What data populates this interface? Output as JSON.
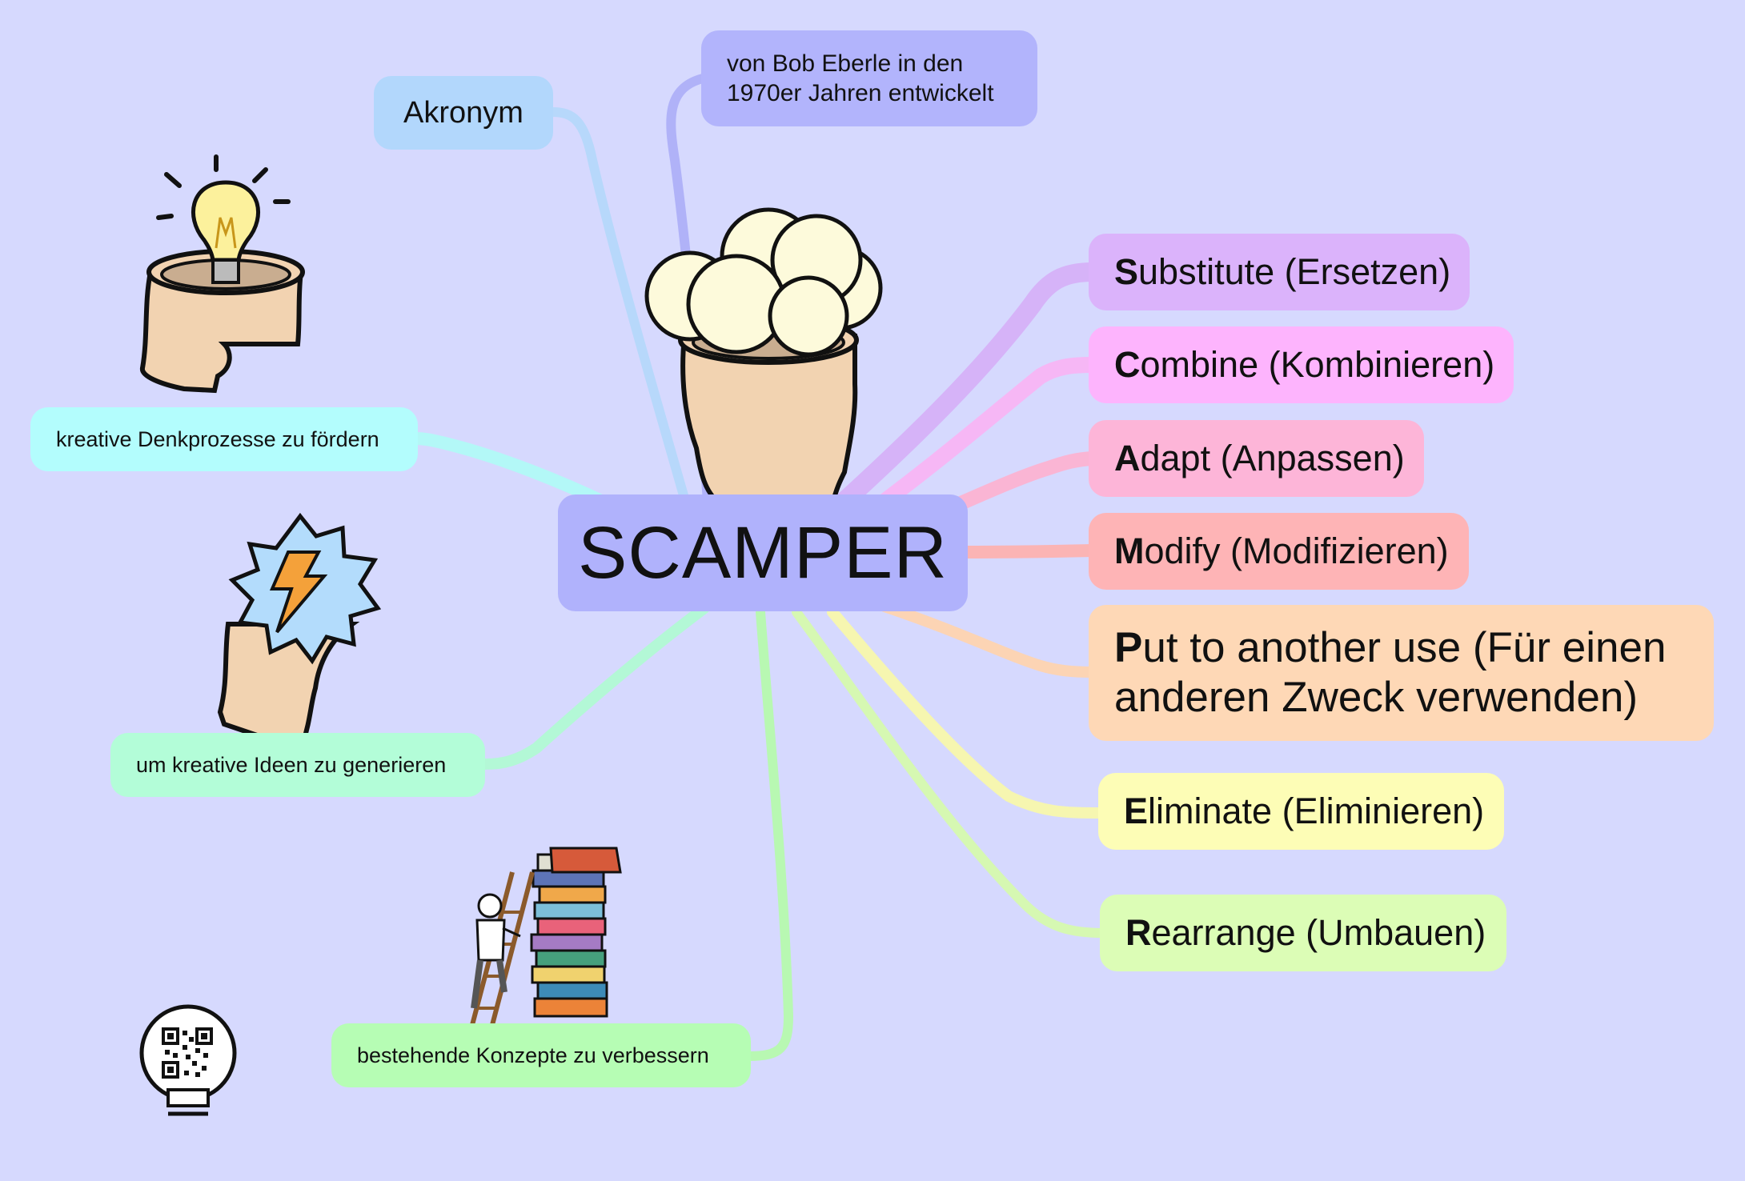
{
  "center": {
    "label": "SCAMPER"
  },
  "branches": [
    {
      "initial": "S",
      "rest": "ubstitute (Ersetzen)"
    },
    {
      "initial": "C",
      "rest": "ombine (Kombinieren)"
    },
    {
      "initial": "A",
      "rest": "dapt (Anpassen)"
    },
    {
      "initial": "M",
      "rest": "odify (Modifizieren)"
    },
    {
      "initial": "P",
      "rest": "ut to another use (Für einen anderen Zweck verwenden)"
    },
    {
      "initial": "E",
      "rest": "liminate (Eliminieren)"
    },
    {
      "initial": "R",
      "rest": "earrange (Umbauen)"
    }
  ],
  "notes": {
    "akronym": "Akronym",
    "origin": "von Bob Eberle in den 1970er Jahren entwickelt",
    "purpose_1": "kreative Denkprozesse zu fördern",
    "purpose_2": "um kreative Ideen zu generieren",
    "purpose_3": "bestehende Konzepte zu verbessern"
  },
  "colors": {
    "background": "#d6d9fe",
    "center": "#b0b2fc",
    "substitute": "#dbb3fb",
    "combine": "#fdb4fd",
    "adapt": "#fdb5d8",
    "modify": "#feb4b6",
    "put_to_use": "#fed8b6",
    "eliminate": "#fdfdb6",
    "rearrange": "#dcfdb6",
    "akronym": "#b2d7fc",
    "origin": "#b2b4fc",
    "purpose_1": "#b3fdfd",
    "purpose_2": "#b3fdd8",
    "purpose_3": "#b6fdb4"
  },
  "icons": [
    "thought-bubbles-head-icon",
    "lightbulb-head-icon",
    "lightning-head-icon",
    "ladder-books-icon",
    "qr-code-icon"
  ]
}
